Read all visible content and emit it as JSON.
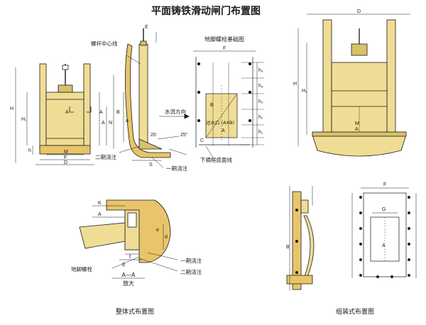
{
  "title": "平面铸铁滑动闸门布置图",
  "colors": {
    "gate_fill": "#f0dd95",
    "gate_dark": "#d9c06a",
    "concrete_fill": "#e8c56a",
    "line": "#1a1a1a",
    "background": "#ffffff"
  },
  "labels": {
    "screw_center_line": "螺杆中心线",
    "anchor_bolt_plan": "地脚螺栓基础图",
    "water_flow": "水流方向",
    "second_pour_1": "二期浇注",
    "first_pour": "一期浇注",
    "bottom_beam_line": "下横框底面线",
    "hole_label": "过水口 (AXB)",
    "anchor_bolt": "地脚螺栓",
    "first_pour_2": "一期浇注",
    "second_pour_2": "二期浇注",
    "section_aa": "A—A",
    "enlarged": "放大",
    "integral_layout": "整体式布置图",
    "assembled_layout": "组装式布置图"
  },
  "dims": {
    "H": "H",
    "H1": "H₁",
    "h": "h",
    "M": "M",
    "F": "F",
    "D": "D",
    "A": "A",
    "N": "N",
    "E": "E",
    "B": "B",
    "a": "a",
    "S": "S",
    "angle20": "20",
    "angle25": "25°",
    "C": "C",
    "h1": "h₁",
    "h2": "h₂",
    "h3": "h₃",
    "h4": "h₄",
    "h5": "h₅",
    "K": "K",
    "d": "d",
    "e": "e",
    "f": "f",
    "g": "g",
    "G": "G"
  }
}
